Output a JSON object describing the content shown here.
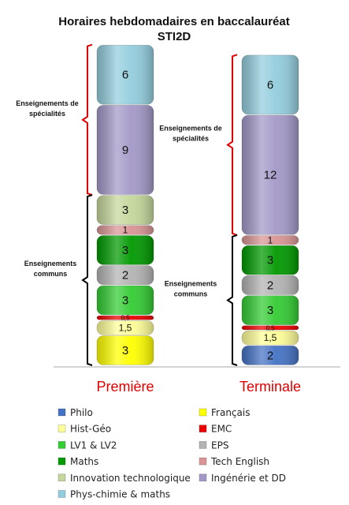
{
  "chart_data": {
    "type": "bar",
    "stacked": true,
    "title": "Horaires hebdomadaires en baccalauréat",
    "subtitle": "STI2D",
    "categories": [
      "Première",
      "Terminale"
    ],
    "series": [
      {
        "name": "Philo",
        "color": "#4472c4",
        "values": [
          0,
          2
        ]
      },
      {
        "name": "Français",
        "color": "#ffff00",
        "values": [
          3,
          0
        ]
      },
      {
        "name": "Hist-Géo",
        "color": "#ffff99",
        "values": [
          1.5,
          1.5
        ]
      },
      {
        "name": "EMC",
        "color": "#ee0000",
        "values": [
          0.5,
          0.5
        ]
      },
      {
        "name": "LV1 & LV2",
        "color": "#33cc33",
        "values": [
          3,
          3
        ]
      },
      {
        "name": "EPS",
        "color": "#b3b3b3",
        "values": [
          2,
          2
        ]
      },
      {
        "name": "Maths",
        "color": "#009900",
        "values": [
          3,
          3
        ]
      },
      {
        "name": "Tech English",
        "color": "#d99594",
        "values": [
          1,
          1
        ]
      },
      {
        "name": "Innovation technologique",
        "color": "#c4d79b",
        "values": [
          3,
          0
        ]
      },
      {
        "name": "Ingénérie et DD",
        "color": "#a398c7",
        "values": [
          9,
          12
        ]
      },
      {
        "name": "Phys-chimie & maths",
        "color": "#93cddd",
        "values": [
          6,
          6
        ]
      }
    ],
    "annotations": [
      {
        "text": "Enseignements de spécialités",
        "lines": [
          "Enseignements de",
          "spécialités"
        ]
      },
      {
        "text": "Enseignements communs",
        "lines": [
          "Enseignements",
          "communs"
        ]
      }
    ],
    "legend": "bottom, two columns",
    "grid": false
  }
}
